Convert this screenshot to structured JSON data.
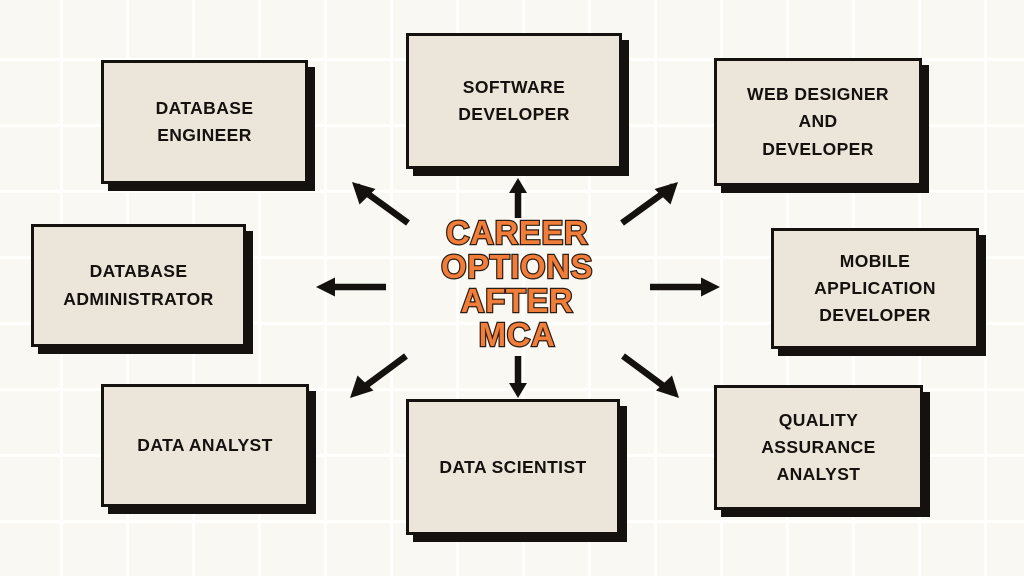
{
  "diagram": {
    "title": "CAREER\nOPTIONS\nAFTER\nMCA",
    "title_color": "#f07d3a",
    "title_outline_color": "#2b1c12",
    "background_color": "#faf8f3",
    "node_fill_color": "#ece5da",
    "node_border_color": "#14110e",
    "nodes": [
      {
        "id": "db-engineer",
        "label": "DATABASE\nENGINEER",
        "position": "top-left"
      },
      {
        "id": "software-dev",
        "label": "SOFTWARE\nDEVELOPER",
        "position": "top-center"
      },
      {
        "id": "web-designer",
        "label": "WEB DESIGNER\nAND\nDEVELOPER",
        "position": "top-right"
      },
      {
        "id": "db-admin",
        "label": "DATABASE\nADMINISTRATOR",
        "position": "middle-left"
      },
      {
        "id": "mobile-app-dev",
        "label": "MOBILE\nAPPLICATION\nDEVELOPER",
        "position": "middle-right"
      },
      {
        "id": "data-analyst",
        "label": "DATA ANALYST",
        "position": "bottom-left"
      },
      {
        "id": "data-scientist",
        "label": "DATA SCIENTIST",
        "position": "bottom-center"
      },
      {
        "id": "qa-analyst",
        "label": "QUALITY\nASSURANCE\nANALYST",
        "position": "bottom-right"
      }
    ],
    "arrows": [
      {
        "id": "arrow-up-left",
        "direction": "up-left",
        "target": "db-engineer"
      },
      {
        "id": "arrow-up",
        "direction": "up",
        "target": "software-dev"
      },
      {
        "id": "arrow-up-right",
        "direction": "up-right",
        "target": "web-designer"
      },
      {
        "id": "arrow-left",
        "direction": "left",
        "target": "db-admin"
      },
      {
        "id": "arrow-right",
        "direction": "right",
        "target": "mobile-app-dev"
      },
      {
        "id": "arrow-down-left",
        "direction": "down-left",
        "target": "data-analyst"
      },
      {
        "id": "arrow-down",
        "direction": "down",
        "target": "data-scientist"
      },
      {
        "id": "arrow-down-right",
        "direction": "down-right",
        "target": "qa-analyst"
      }
    ]
  }
}
